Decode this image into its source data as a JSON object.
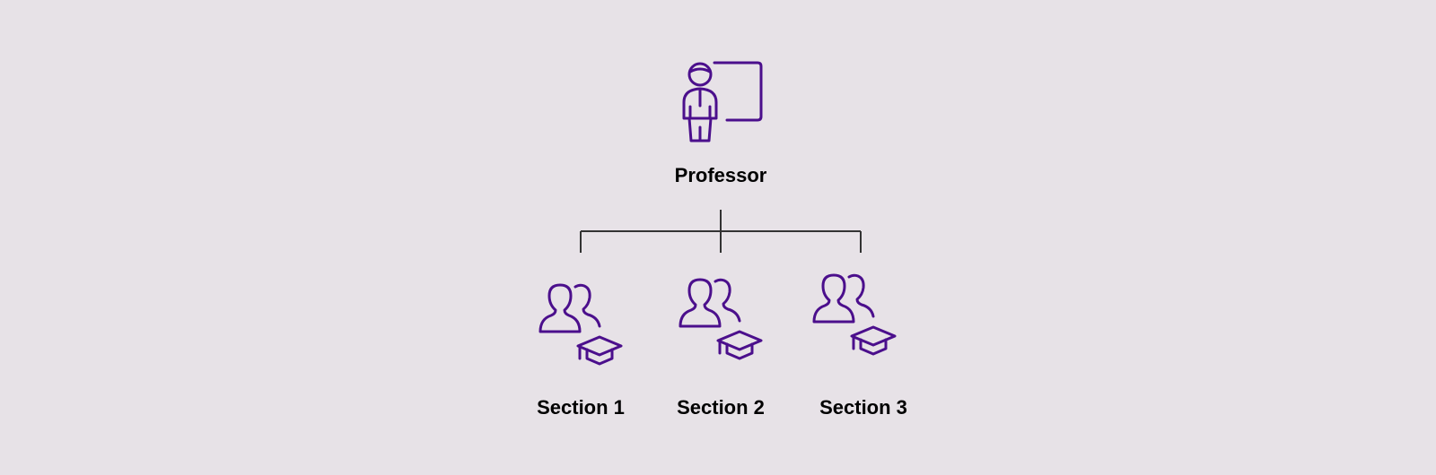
{
  "colors": {
    "background": "#e7e2e7",
    "icon": "#4b0f8c",
    "connector": "#333333",
    "text": "#000000"
  },
  "root": {
    "label": "Professor",
    "icon": "teacher-at-board-icon"
  },
  "children": [
    {
      "label": "Section 1",
      "icon": "student-group-icon"
    },
    {
      "label": "Section 2",
      "icon": "student-group-icon"
    },
    {
      "label": "Section 3",
      "icon": "student-group-icon"
    }
  ]
}
